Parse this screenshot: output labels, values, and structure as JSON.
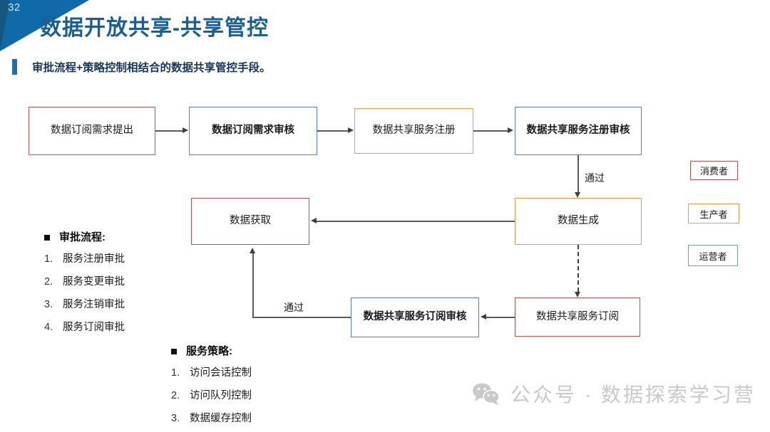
{
  "slide": {
    "page_number": "32",
    "title": "数据开放共享-共享管控",
    "subtitle": "审批流程+策略控制相结合的数据共享管控手段。"
  },
  "colors": {
    "title": "#1b5f91",
    "ribbon": "#1069a9",
    "consumer": "#c0504d",
    "producer": "#f79646",
    "operator": "#4f81bd",
    "connector": "#595959"
  },
  "flow": {
    "nodes": [
      {
        "id": "subscribe-request",
        "label": "数据订阅需求提出",
        "role": "consumer",
        "bold": false
      },
      {
        "id": "subscribe-request-review",
        "label": "数据订阅需求审核",
        "role": "operator",
        "bold": true
      },
      {
        "id": "share-service-register",
        "label": "数据共享服务注册",
        "role": "producer",
        "bold": false
      },
      {
        "id": "share-service-register-review",
        "label": "数据共享服务注册审核",
        "role": "operator",
        "bold": true
      },
      {
        "id": "data-generate",
        "label": "数据生成",
        "role": "producer",
        "bold": false
      },
      {
        "id": "data-acquire",
        "label": "数据获取",
        "role": "consumer",
        "bold": false
      },
      {
        "id": "share-service-subscribe-review",
        "label": "数据共享服务订阅审核",
        "role": "operator",
        "bold": true
      },
      {
        "id": "share-service-subscribe",
        "label": "数据共享服务订阅",
        "role": "consumer",
        "bold": false
      }
    ],
    "edge_labels": {
      "register_pass": "通过",
      "subscribe_pass": "通过"
    }
  },
  "lists": [
    {
      "id": "approval-flow",
      "heading": "审批流程:",
      "items": [
        {
          "index": "1.",
          "label": "服务注册审批"
        },
        {
          "index": "2.",
          "label": "服务变更审批"
        },
        {
          "index": "3.",
          "label": "服务注销审批"
        },
        {
          "index": "4.",
          "label": "服务订阅审批"
        }
      ]
    },
    {
      "id": "service-policy",
      "heading": "服务策略:",
      "items": [
        {
          "index": "1.",
          "label": "访问会话控制"
        },
        {
          "index": "2.",
          "label": "访问队列控制"
        },
        {
          "index": "3.",
          "label": "数据缓存控制"
        }
      ]
    }
  ],
  "legend": [
    {
      "id": "consumer",
      "label": "消费者",
      "role": "consumer"
    },
    {
      "id": "producer",
      "label": "生产者",
      "role": "producer"
    },
    {
      "id": "operator",
      "label": "运营者",
      "role": "operator"
    }
  ],
  "watermark": {
    "icon": "wechat-icon",
    "text": "公众号 · 数据探索学习营"
  }
}
